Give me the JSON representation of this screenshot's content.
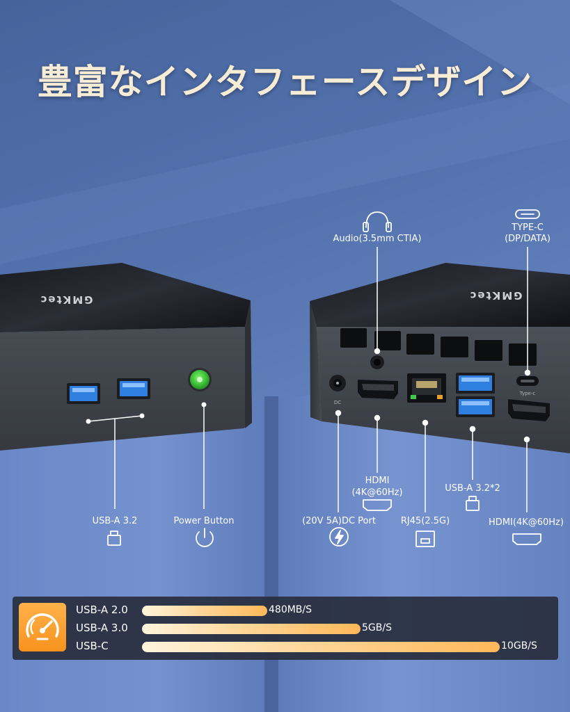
{
  "title": "豊富なインタフェースデザイン",
  "left_device": {
    "logo": "GMKtec",
    "labels": {
      "usb_a_32": "USB-A 3.2",
      "power_button": "Power Button"
    }
  },
  "right_device": {
    "logo": "GMKtec",
    "port_marks": {
      "dc": "DC",
      "typec": "Type-c"
    },
    "labels": {
      "audio": "Audio(3.5mm CTIA)",
      "typec_line1": "TYPE-C",
      "typec_line2": "(DP/DATA)",
      "hdmi_mid_line1": "HDMI",
      "hdmi_mid_line2": "(4K@60Hz)",
      "usb_a_32x2": "USB-A 3.2*2",
      "dc_port": "(20V 5A)DC Port",
      "rj45": "RJ45(2.5G)",
      "hdmi_right": "HDMI(4K@60Hz)"
    }
  },
  "speed": {
    "icon": "speedometer-icon",
    "items": [
      {
        "name": "USB-A 2.0",
        "value": "480MB/S",
        "fill": 0.35
      },
      {
        "name": "USB-A 3.0",
        "value": "5GB/S",
        "fill": 0.61
      },
      {
        "name": "USB-C",
        "value": "10GB/S",
        "fill": 1.0
      }
    ]
  },
  "colors": {
    "title": "#f7ecd5",
    "background": "#5473ae",
    "usb_blue": "#2f7fe0",
    "power_green": "#3fc23a",
    "panel": "#282e3e",
    "icon_orange": "#f7921e",
    "bar_light": "#fff4dd",
    "bar_dark": "#ffb85a"
  }
}
